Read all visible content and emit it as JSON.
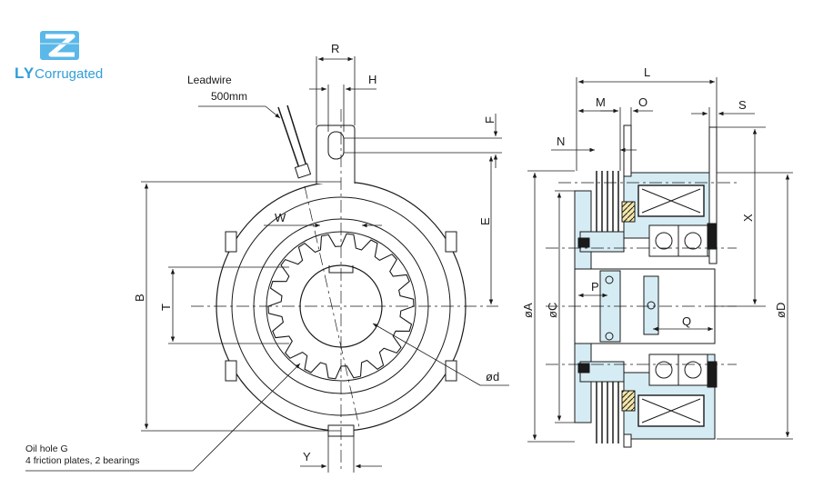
{
  "logo": {
    "mark": "LY",
    "word": "Corrugated",
    "color": "#2f9ed8",
    "icon": "z-fold-logo-icon"
  },
  "front_view": {
    "leadwire_label": "Leadwire",
    "leadwire_length": "500mm",
    "oil_hole_label": "Oil hole G",
    "spec_note": "4 friction plates, 2 bearings",
    "dims": {
      "R": "R",
      "H": "H",
      "F": "F",
      "E": "E",
      "W": "W",
      "B": "B",
      "T": "T",
      "Y": "Y",
      "d": "ød"
    }
  },
  "side_view": {
    "dims": {
      "L": "L",
      "M": "M",
      "O": "O",
      "S": "S",
      "N": "N",
      "X": "X",
      "A": "øA",
      "C": "øC",
      "D": "øD",
      "P": "P",
      "Q": "Q"
    },
    "colors": {
      "housing": "#d6ecf4",
      "outline": "#1a1a1a"
    }
  }
}
